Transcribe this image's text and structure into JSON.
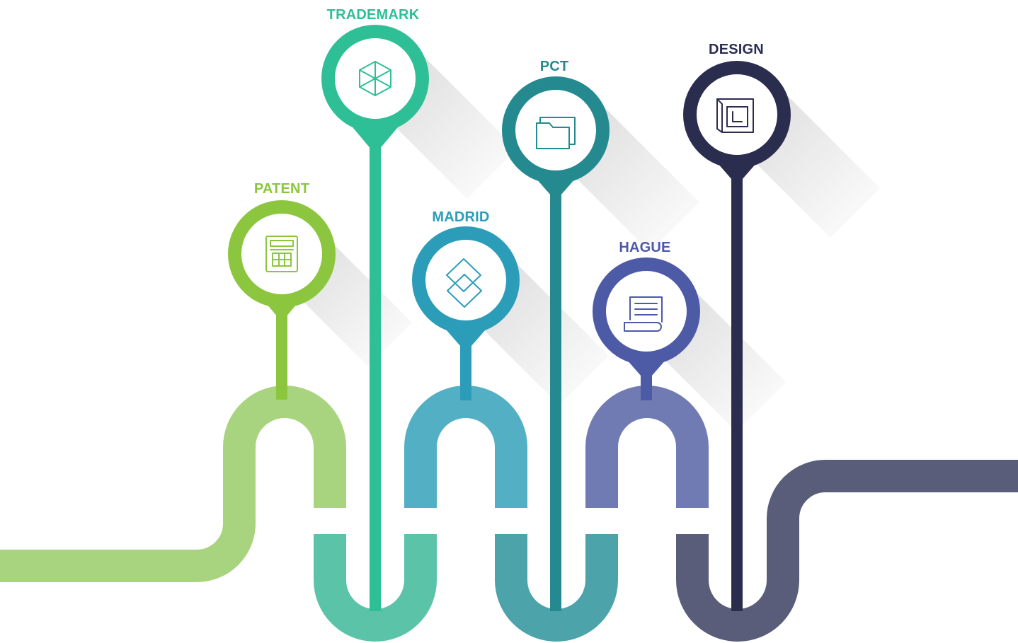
{
  "labels": {
    "patent": "PATENT",
    "trademark": "TRADEMARK",
    "madrid": "MADRID",
    "pct": "PCT",
    "hague": "HAGUE",
    "design": "DESIGN"
  },
  "colors": {
    "patent": "#8cc63f",
    "patent_path": "#a9d47f",
    "trademark": "#2fbf97",
    "trademark_path": "#5bc3a8",
    "madrid": "#2b9db8",
    "madrid_path": "#53b0c4",
    "pct": "#248a8f",
    "pct_path": "#4ca3aa",
    "hague": "#4d5aa6",
    "hague_path": "#717bb3",
    "design": "#2b2d4f",
    "design_path": "#595d7a",
    "patent_label": "#8cc63f",
    "trademark_label": "#2fbf97",
    "madrid_label": "#2b9db8",
    "pct_label": "#248a8f",
    "hague_label": "#4d5aa6",
    "design_label": "#2b2d4f"
  },
  "icons": {
    "patent": "calculator-icon",
    "trademark": "cube-icon",
    "madrid": "diamonds-icon",
    "pct": "folder-icon",
    "hague": "scroll-icon",
    "design": "blueprint-icon"
  }
}
